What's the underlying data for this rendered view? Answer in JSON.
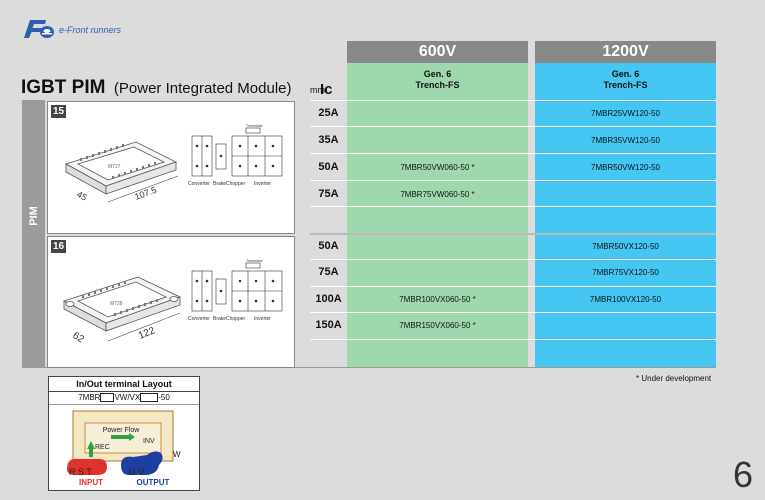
{
  "brand": {
    "tagline": "e-Front runners"
  },
  "header": {
    "title": "IGBT PIM",
    "subtitle": "(Power Integrated Module)",
    "unit": "mm",
    "ic_label": "Ic"
  },
  "columns": [
    {
      "voltage": "600V",
      "gen": "Gen. 6",
      "tech": "Trench-FS",
      "color": "#a0d8ae"
    },
    {
      "voltage": "1200V",
      "gen": "Gen. 6",
      "tech": "Trench-FS",
      "color": "#45c6f3"
    }
  ],
  "side_label": "PIM",
  "packages": [
    {
      "number": "15",
      "dims": [
        "107.5",
        "45"
      ],
      "mark": "M727",
      "schematic_labels": [
        "Converter",
        "Brake",
        "Chopper",
        "Inverter"
      ],
      "thermistor": "Thermistor",
      "rows": [
        {
          "ic": "25A",
          "v600": "",
          "v1200": "7MBR25VW120-50"
        },
        {
          "ic": "35A",
          "v600": "",
          "v1200": "7MBR35VW120-50"
        },
        {
          "ic": "50A",
          "v600": "7MBR50VW060-50 *",
          "v1200": "7MBR50VW120-50"
        },
        {
          "ic": "75A",
          "v600": "7MBR75VW060-50 *",
          "v1200": ""
        }
      ]
    },
    {
      "number": "16",
      "dims": [
        "122",
        "62"
      ],
      "mark": "M728",
      "schematic_labels": [
        "Converter",
        "Brake",
        "Chopper",
        "Inverter"
      ],
      "thermistor": "Thermistor",
      "rows": [
        {
          "ic": "50A",
          "v600": "",
          "v1200": "7MBR50VX120-50"
        },
        {
          "ic": "75A",
          "v600": "",
          "v1200": "7MBR75VX120-50"
        },
        {
          "ic": "100A",
          "v600": "7MBR100VX060-50 *",
          "v1200": "7MBR100VX120-50"
        },
        {
          "ic": "150A",
          "v600": "7MBR150VX060-50 *",
          "v1200": ""
        }
      ]
    }
  ],
  "note": "* Under development",
  "terminal": {
    "title": "In/Out terminal Layout",
    "code_prefix": "7MBR",
    "code_mid": "VW/VX",
    "code_suffix": "-50",
    "power_flow": "Power Flow",
    "rec": "REC",
    "inv": "INV",
    "w": "W",
    "rst": "R S T",
    "uv": "U V",
    "input": "INPUT",
    "output": "OUTPUT"
  },
  "page_number": "6"
}
